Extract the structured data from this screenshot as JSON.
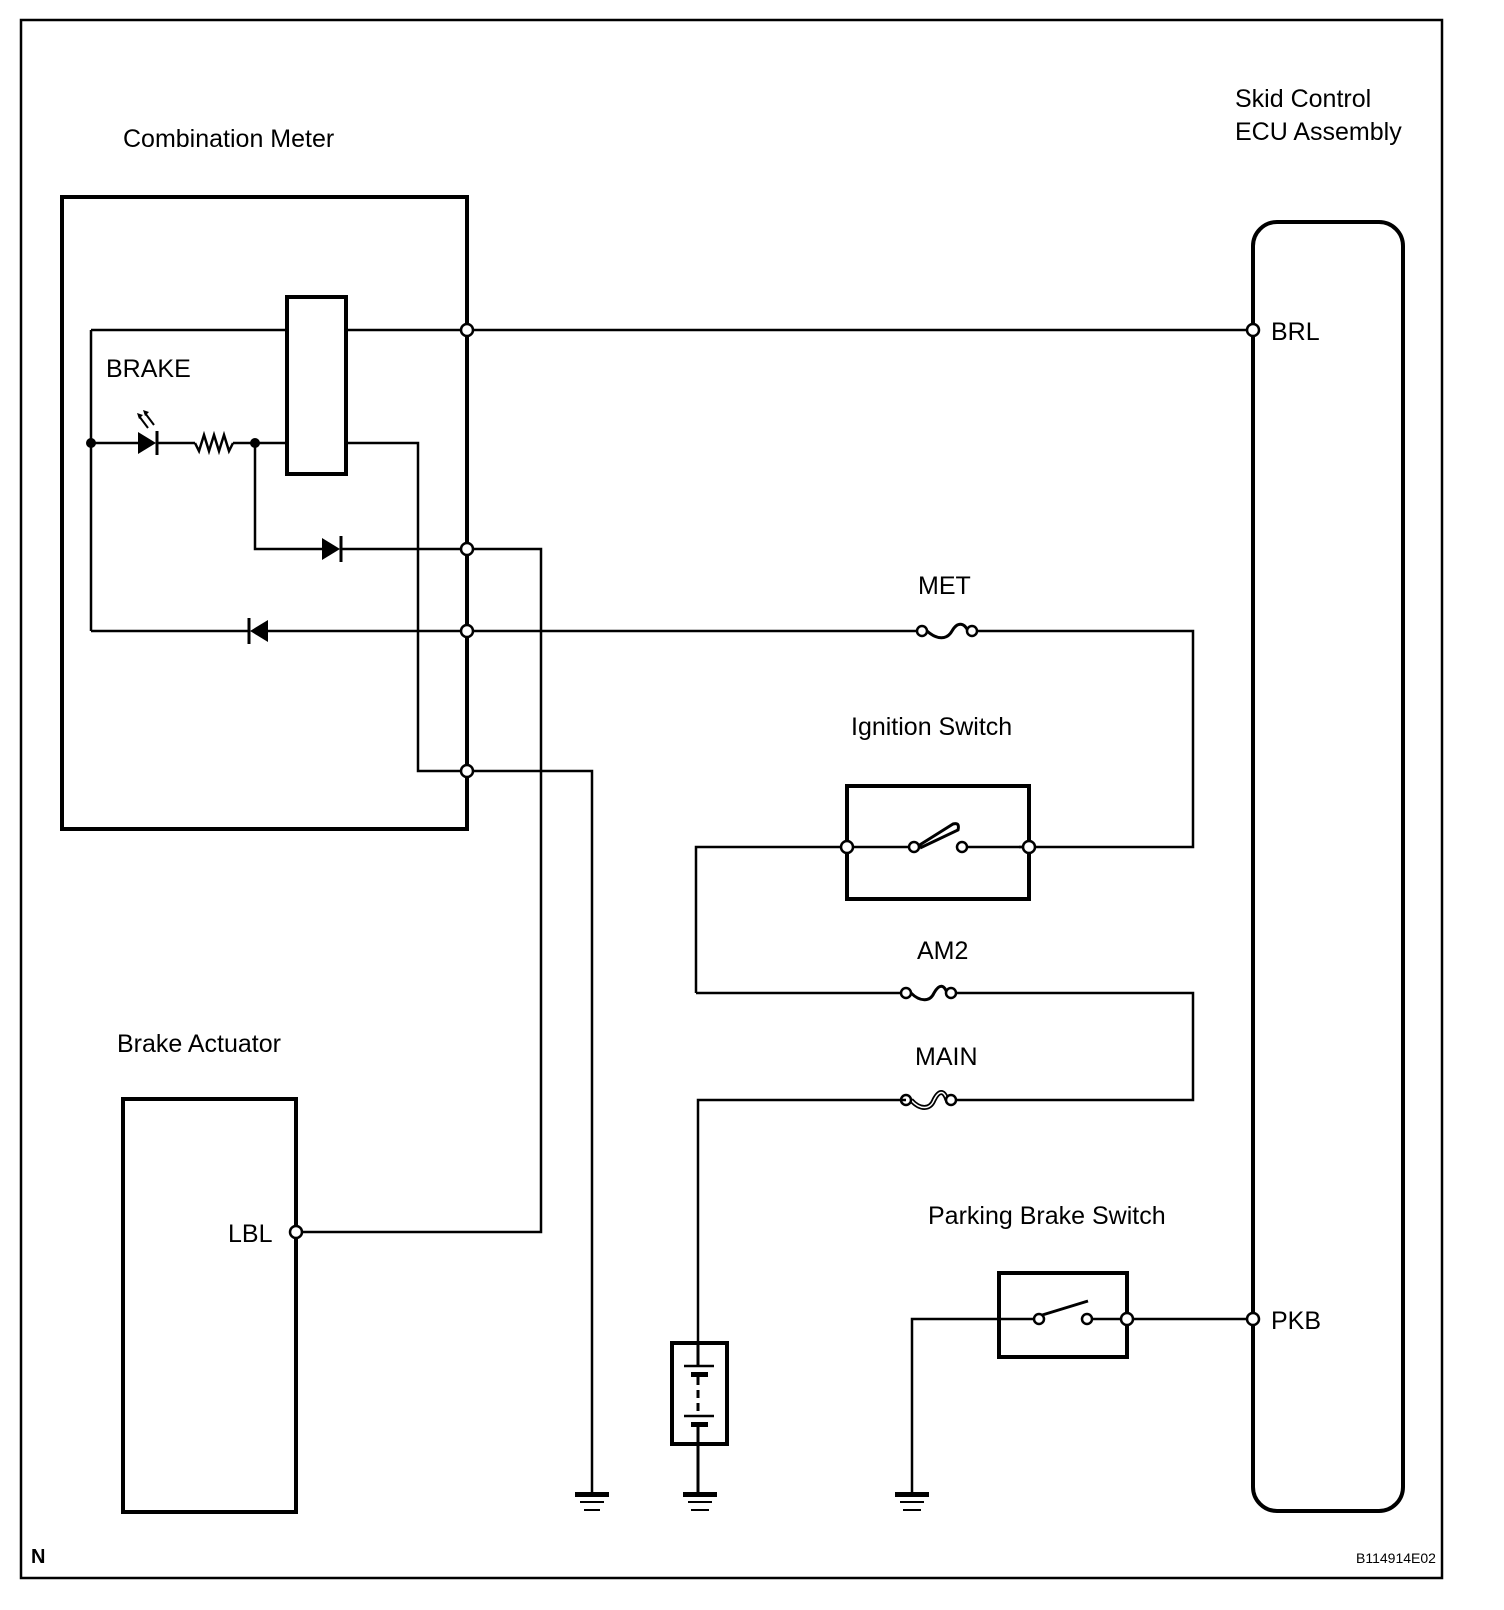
{
  "diagram": {
    "type": "wiring-diagram",
    "colors": {
      "line": "#000000",
      "background": "#ffffff"
    },
    "components": {
      "combination_meter": {
        "label": "Combination Meter",
        "indicator_label": "BRAKE"
      },
      "skid_control_ecu": {
        "label_line1": "Skid Control",
        "label_line2": "ECU Assembly",
        "terminals": [
          "BRL",
          "PKB"
        ]
      },
      "brake_actuator": {
        "label": "Brake Actuator",
        "terminals": [
          "LBL"
        ]
      },
      "ignition_switch": {
        "label": "Ignition Switch"
      },
      "parking_brake_switch": {
        "label": "Parking Brake Switch"
      },
      "fuses": [
        {
          "label": "MET"
        },
        {
          "label": "AM2"
        },
        {
          "label": "MAIN"
        }
      ],
      "battery": {
        "label": "battery"
      },
      "grounds": 3
    },
    "terminals": {
      "brl": "BRL",
      "pkb": "PKB",
      "lbl": "LBL"
    },
    "footer": {
      "corner_mark": "N",
      "figure_id": "B114914E02"
    }
  }
}
